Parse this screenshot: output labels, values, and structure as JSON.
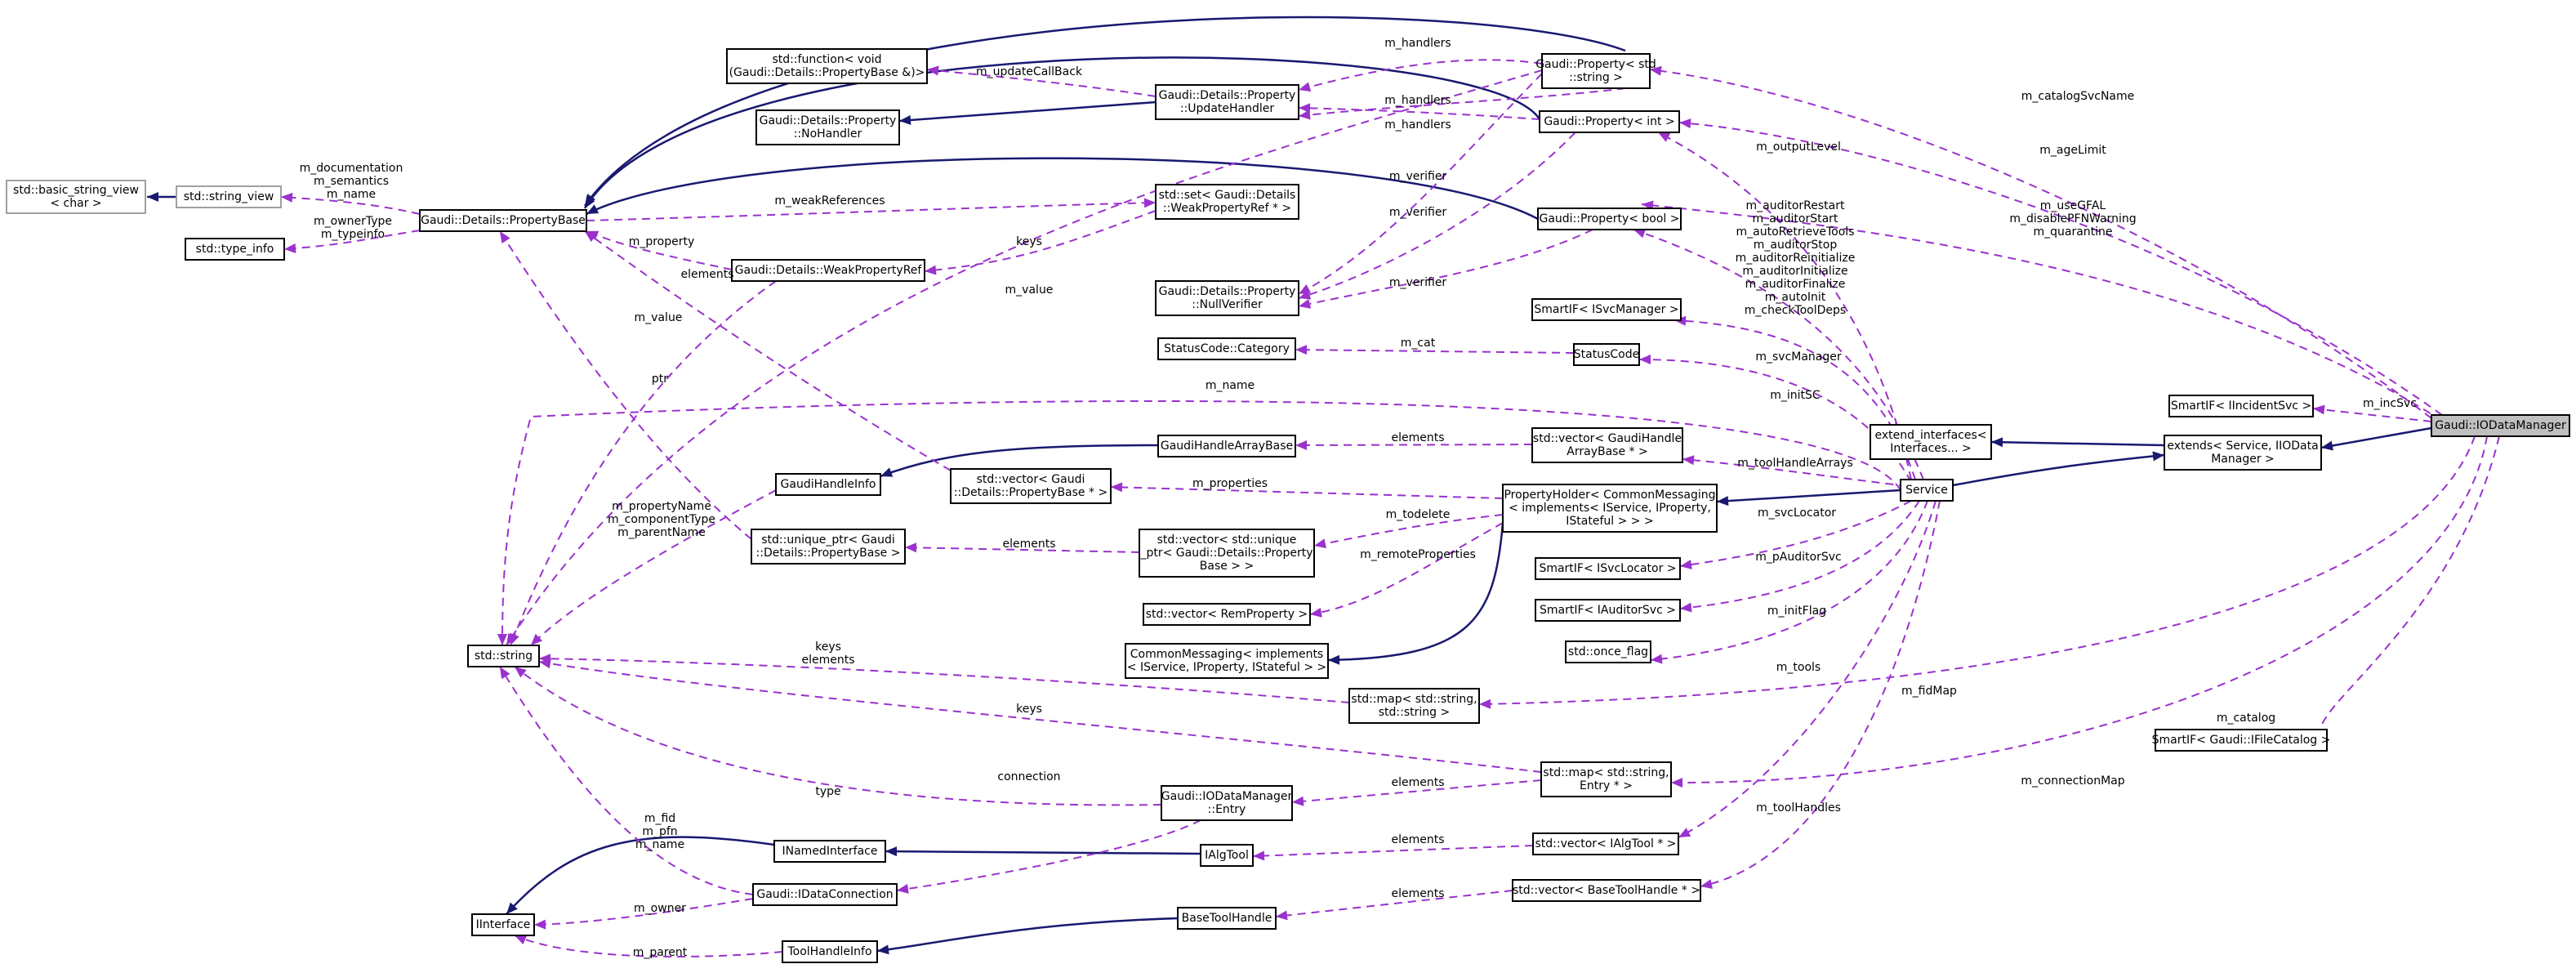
{
  "diagram": {
    "colors": {
      "usage_edge": "#9a32cd",
      "inheritance_edge": "#191970",
      "root_fill": "#bfbfbf"
    },
    "nodes": [
      {
        "id": "basic_string_view",
        "lines": [
          "std::basic_string_view",
          "< char >"
        ],
        "style": "grey"
      },
      {
        "id": "string_view",
        "lines": [
          "std::string_view"
        ],
        "style": "grey"
      },
      {
        "id": "type_info",
        "lines": [
          "std::type_info"
        ]
      },
      {
        "id": "PropertyBase",
        "lines": [
          "Gaudi::Details::PropertyBase"
        ]
      },
      {
        "id": "std_string",
        "lines": [
          "std::string"
        ]
      },
      {
        "id": "IInterface",
        "lines": [
          "IInterface"
        ]
      },
      {
        "id": "function_void",
        "lines": [
          "std::function< void",
          "(Gaudi::Details::PropertyBase &)>"
        ]
      },
      {
        "id": "NoHandler",
        "lines": [
          "Gaudi::Details::Property",
          "::NoHandler"
        ]
      },
      {
        "id": "UpdateHandler",
        "lines": [
          "Gaudi::Details::Property",
          "::UpdateHandler"
        ]
      },
      {
        "id": "set_WeakPropertyRef",
        "lines": [
          "std::set< Gaudi::Details",
          "::WeakPropertyRef * >"
        ]
      },
      {
        "id": "WeakPropertyRef",
        "lines": [
          "Gaudi::Details::WeakPropertyRef"
        ]
      },
      {
        "id": "NullVerifier",
        "lines": [
          "Gaudi::Details::Property",
          "::NullVerifier"
        ]
      },
      {
        "id": "StatusCodeCategory",
        "lines": [
          "StatusCode::Category"
        ]
      },
      {
        "id": "GaudiHandleArrayBase",
        "lines": [
          "GaudiHandleArrayBase"
        ]
      },
      {
        "id": "GaudiHandleInfo",
        "lines": [
          "GaudiHandleInfo"
        ]
      },
      {
        "id": "vector_PropertyBase",
        "lines": [
          "std::vector< Gaudi",
          "::Details::PropertyBase * >"
        ]
      },
      {
        "id": "unique_ptr_PropertyBase",
        "lines": [
          "std::unique_ptr< Gaudi",
          "::Details::PropertyBase >"
        ]
      },
      {
        "id": "vector_unique_ptr",
        "lines": [
          "std::vector< std::unique",
          "_ptr< Gaudi::Details::Property",
          "Base > >"
        ]
      },
      {
        "id": "vector_RemProperty",
        "lines": [
          "std::vector< RemProperty >"
        ]
      },
      {
        "id": "CommonMessaging",
        "lines": [
          "CommonMessaging< implements",
          "< IService, IProperty, IStateful > >"
        ]
      },
      {
        "id": "map_string_string",
        "lines": [
          "std::map< std::string,",
          "std::string >"
        ]
      },
      {
        "id": "Entry",
        "lines": [
          "Gaudi::IODataManager",
          "::Entry"
        ]
      },
      {
        "id": "INamedInterface",
        "lines": [
          "INamedInterface"
        ]
      },
      {
        "id": "IAlgTool",
        "lines": [
          "IAlgTool"
        ]
      },
      {
        "id": "IDataConnection",
        "lines": [
          "Gaudi::IDataConnection"
        ]
      },
      {
        "id": "BaseToolHandle",
        "lines": [
          "BaseToolHandle"
        ]
      },
      {
        "id": "ToolHandleInfo",
        "lines": [
          "ToolHandleInfo"
        ]
      },
      {
        "id": "Property_string",
        "lines": [
          "Gaudi::Property< std",
          "::string >"
        ]
      },
      {
        "id": "Property_int",
        "lines": [
          "Gaudi::Property< int >"
        ]
      },
      {
        "id": "Property_bool",
        "lines": [
          "Gaudi::Property< bool >"
        ]
      },
      {
        "id": "SmartIF_ISvcManager",
        "lines": [
          "SmartIF< ISvcManager >"
        ]
      },
      {
        "id": "StatusCode",
        "lines": [
          "StatusCode"
        ]
      },
      {
        "id": "vector_GaudiHandleArrayBase",
        "lines": [
          "std::vector< GaudiHandle",
          "ArrayBase * >"
        ]
      },
      {
        "id": "PropertyHolder",
        "lines": [
          "PropertyHolder< CommonMessaging",
          "< implements< IService, IProperty,",
          "IStateful > > >"
        ]
      },
      {
        "id": "SmartIF_ISvcLocator",
        "lines": [
          "SmartIF< ISvcLocator >"
        ]
      },
      {
        "id": "SmartIF_IAuditorSvc",
        "lines": [
          "SmartIF< IAuditorSvc >"
        ]
      },
      {
        "id": "once_flag",
        "lines": [
          "std::once_flag"
        ]
      },
      {
        "id": "map_string_Entry",
        "lines": [
          "std::map< std::string,",
          "Entry * >"
        ]
      },
      {
        "id": "vector_IAlgTool",
        "lines": [
          "std::vector< IAlgTool * >"
        ]
      },
      {
        "id": "vector_BaseToolHandle",
        "lines": [
          "std::vector< BaseToolHandle * >"
        ]
      },
      {
        "id": "Service",
        "lines": [
          "Service"
        ]
      },
      {
        "id": "extend_interfaces",
        "lines": [
          "extend_interfaces<",
          "Interfaces... >"
        ]
      },
      {
        "id": "extends_Service",
        "lines": [
          "extends< Service, IIOData",
          "Manager >"
        ]
      },
      {
        "id": "SmartIF_IIncidentSvc",
        "lines": [
          "SmartIF< IIncidentSvc >"
        ]
      },
      {
        "id": "SmartIF_IFileCatalog",
        "lines": [
          "SmartIF< Gaudi::IFileCatalog >"
        ]
      },
      {
        "id": "IODataManager",
        "lines": [
          "Gaudi::IODataManager"
        ],
        "style": "root"
      }
    ],
    "edge_labels": [
      {
        "id": "lbl_doc",
        "lines": [
          "m_documentation",
          "m_semantics",
          "m_name"
        ]
      },
      {
        "id": "lbl_ownertype",
        "lines": [
          "m_ownerType",
          "m_typeinfo"
        ]
      },
      {
        "id": "lbl_weakrefs",
        "lines": [
          "m_weakReferences"
        ]
      },
      {
        "id": "lbl_updatecb",
        "lines": [
          "m_updateCallBack"
        ]
      },
      {
        "id": "lbl_handlers1",
        "lines": [
          "m_handlers"
        ]
      },
      {
        "id": "lbl_handlers2",
        "lines": [
          "m_handlers"
        ]
      },
      {
        "id": "lbl_handlers3",
        "lines": [
          "m_handlers"
        ]
      },
      {
        "id": "lbl_property",
        "lines": [
          "m_property"
        ]
      },
      {
        "id": "lbl_keys_set",
        "lines": [
          "keys"
        ]
      },
      {
        "id": "lbl_elements_vpb",
        "lines": [
          "elements"
        ]
      },
      {
        "id": "lbl_verifier1",
        "lines": [
          "m_verifier"
        ]
      },
      {
        "id": "lbl_verifier2",
        "lines": [
          "m_verifier"
        ]
      },
      {
        "id": "lbl_verifier3",
        "lines": [
          "m_verifier"
        ]
      },
      {
        "id": "lbl_value1",
        "lines": [
          "m_value"
        ]
      },
      {
        "id": "lbl_value2",
        "lines": [
          "m_value"
        ]
      },
      {
        "id": "lbl_ptr",
        "lines": [
          "ptr"
        ]
      },
      {
        "id": "lbl_name",
        "lines": [
          "m_name"
        ]
      },
      {
        "id": "lbl_cat",
        "lines": [
          "m_cat"
        ]
      },
      {
        "id": "lbl_elements_gha",
        "lines": [
          "elements"
        ]
      },
      {
        "id": "lbl_properties",
        "lines": [
          "m_properties"
        ]
      },
      {
        "id": "lbl_propname",
        "lines": [
          "m_propertyName",
          "m_componentType",
          "m_parentName"
        ]
      },
      {
        "id": "lbl_elements_up",
        "lines": [
          "elements"
        ]
      },
      {
        "id": "lbl_todelete",
        "lines": [
          "m_todelete"
        ]
      },
      {
        "id": "lbl_remoteprops",
        "lines": [
          "m_remoteProperties"
        ]
      },
      {
        "id": "lbl_keys_elements",
        "lines": [
          "keys",
          "elements"
        ]
      },
      {
        "id": "lbl_keys2",
        "lines": [
          "keys"
        ]
      },
      {
        "id": "lbl_type",
        "lines": [
          "type"
        ]
      },
      {
        "id": "lbl_connection",
        "lines": [
          "connection"
        ]
      },
      {
        "id": "lbl_fid",
        "lines": [
          "m_fid",
          "m_pfn",
          "m_name"
        ]
      },
      {
        "id": "lbl_owner",
        "lines": [
          "m_owner"
        ]
      },
      {
        "id": "lbl_parent",
        "lines": [
          "m_parent"
        ]
      },
      {
        "id": "lbl_elements_entry",
        "lines": [
          "elements"
        ]
      },
      {
        "id": "lbl_elements_ialg",
        "lines": [
          "elements"
        ]
      },
      {
        "id": "lbl_elements_bth",
        "lines": [
          "elements"
        ]
      },
      {
        "id": "lbl_catalogsvc",
        "lines": [
          "m_catalogSvcName"
        ]
      },
      {
        "id": "lbl_agelimit",
        "lines": [
          "m_ageLimit"
        ]
      },
      {
        "id": "lbl_outputlevel",
        "lines": [
          "m_outputLevel"
        ]
      },
      {
        "id": "lbl_usegfal",
        "lines": [
          "m_useGFAL",
          "m_disablePFNWarning",
          "m_quarantine"
        ]
      },
      {
        "id": "lbl_auditors",
        "lines": [
          "m_auditorRestart",
          "m_auditorStart",
          "m_autoRetrieveTools",
          "m_auditorStop",
          "m_auditorReinitialize",
          "m_auditorInitialize",
          "m_auditorFinalize",
          "m_autoInit",
          "m_checkToolDeps"
        ]
      },
      {
        "id": "lbl_svcmanager",
        "lines": [
          "m_svcManager"
        ]
      },
      {
        "id": "lbl_initsc",
        "lines": [
          "m_initSC"
        ]
      },
      {
        "id": "lbl_toolhandlearrays",
        "lines": [
          "m_toolHandleArrays"
        ]
      },
      {
        "id": "lbl_svclocator",
        "lines": [
          "m_svcLocator"
        ]
      },
      {
        "id": "lbl_pauditorsvc",
        "lines": [
          "m_pAuditorSvc"
        ]
      },
      {
        "id": "lbl_initflag",
        "lines": [
          "m_initFlag"
        ]
      },
      {
        "id": "lbl_tools",
        "lines": [
          "m_tools"
        ]
      },
      {
        "id": "lbl_fidmap",
        "lines": [
          "m_fidMap"
        ]
      },
      {
        "id": "lbl_catalog",
        "lines": [
          "m_catalog"
        ]
      },
      {
        "id": "lbl_connectionmap",
        "lines": [
          "m_connectionMap"
        ]
      },
      {
        "id": "lbl_toolhandles",
        "lines": [
          "m_toolHandles"
        ]
      },
      {
        "id": "lbl_incsvc",
        "lines": [
          "m_incSvc"
        ]
      }
    ]
  }
}
